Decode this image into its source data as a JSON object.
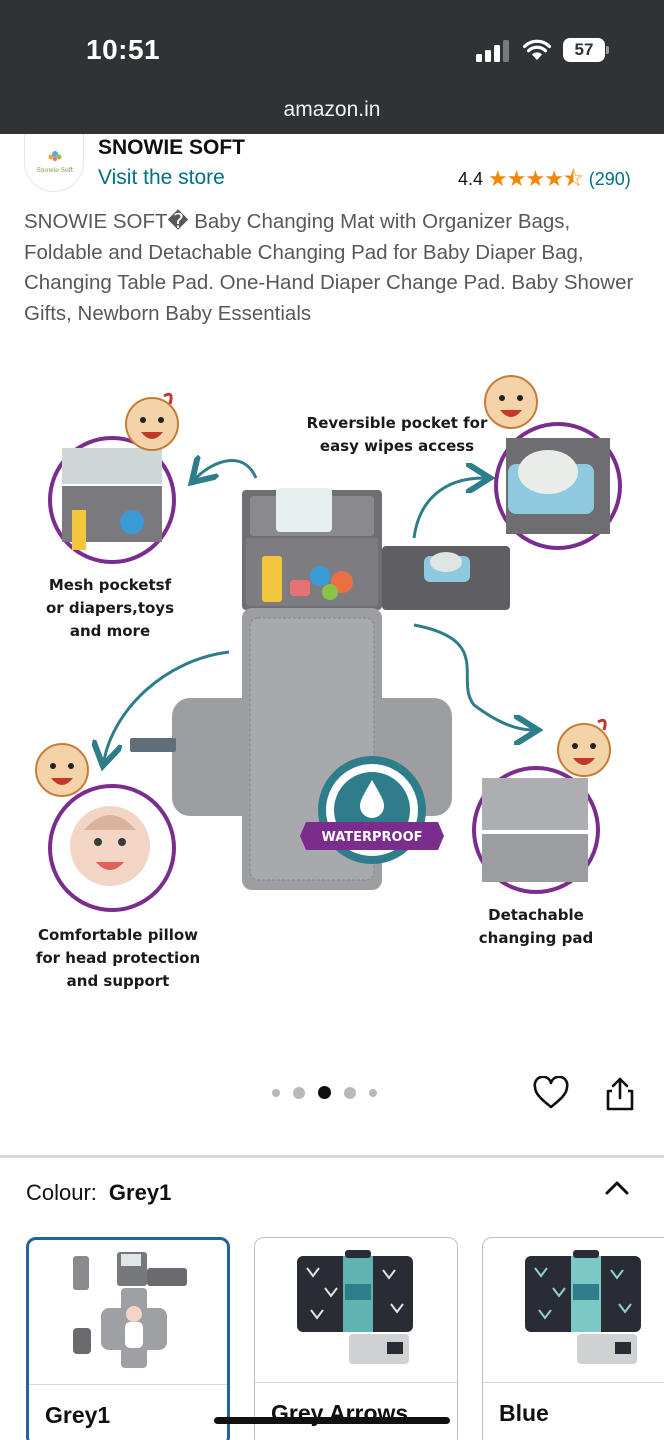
{
  "status_bar": {
    "time": "10:51",
    "battery": "57",
    "url": "amazon.in"
  },
  "store": {
    "logo_text": "Snowie Soft",
    "name": "SNOWIE SOFT",
    "visit_link": "Visit the store",
    "rating": "4.4",
    "stars": "★★★★⯪",
    "rating_value": 4.4,
    "review_count": "(290)"
  },
  "product": {
    "title": "SNOWIE SOFT� Baby Changing Mat with Organizer Bags, Foldable and Detachable Changing Pad for Baby Diaper Bag, Changing Table Pad. One-Hand Diaper Change Pad. Baby Shower Gifts, Newborn Baby Essentials",
    "image_callouts": {
      "reversible": [
        "Reversible pocket for",
        "easy wipes access"
      ],
      "mesh": [
        "Mesh pocketsf",
        "or diapers,toys",
        "and more"
      ],
      "pillow": [
        "Comfortable pillow",
        "for head protection",
        "and support"
      ],
      "detachable": [
        "Detachable",
        "changing pad"
      ],
      "badge": "WATERPROOF"
    }
  },
  "carousel": {
    "total": 5,
    "active_index": 2
  },
  "variation": {
    "label": "Colour:",
    "selected": "Grey1",
    "options": [
      {
        "name": "Grey1",
        "selected": true
      },
      {
        "name": "Grey Arrows",
        "selected": false
      },
      {
        "name": "Blue",
        "selected": false
      }
    ]
  },
  "colors": {
    "link": "#007185",
    "star": "#f08804",
    "selected_border": "#2162a1",
    "teal": "#2e7d8a",
    "purple": "#7b2d8e"
  },
  "icons": [
    "signal-icon",
    "wifi-icon",
    "battery-icon",
    "star-icon",
    "heart-icon",
    "share-icon",
    "chevron-up-icon"
  ]
}
